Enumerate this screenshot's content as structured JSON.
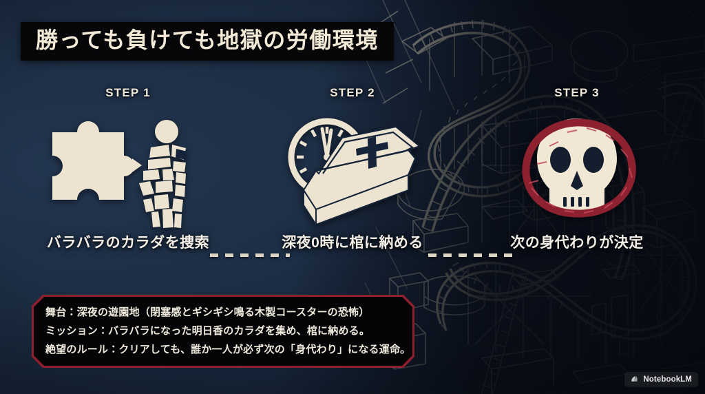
{
  "meta": {
    "title_bar_text": "勝っても負けても地獄の労働環境",
    "background_theme": "night-amusement-park-roller-coaster-line-art",
    "colors": {
      "background_navy": "#1c2d44",
      "background_dark": "#0a1018",
      "cream": "#ece4d0",
      "accent_red": "#8e1f2e",
      "title_bar_bg": "#07070a",
      "caption_text": "#f3efe6"
    }
  },
  "steps": [
    {
      "label": "STEP 1",
      "caption": "バラバラのカラダを捜索",
      "icons": [
        "puzzle-piece-icon",
        "arrow-right-icon",
        "shattered-body-icon"
      ]
    },
    {
      "label": "STEP 2",
      "caption": "深夜0時に棺に納める",
      "icons": [
        "clock-midnight-icon",
        "coffin-icon"
      ],
      "clock_time": "0:00"
    },
    {
      "label": "STEP 3",
      "caption": "次の身代わりが決定",
      "icons": [
        "skull-icon",
        "chain-icon"
      ]
    }
  ],
  "connectors": [
    {
      "name": "dashed-connector-1-2"
    },
    {
      "name": "dashed-connector-2-3"
    }
  ],
  "info_panel": {
    "lines": [
      "舞台：深夜の遊園地（閉塞感とギシギシ鳴る木製コースターの恐怖）",
      "ミッション：バラバラになった明日香のカラダを集め、棺に納める。",
      "絶望のルール：クリアしても、誰か一人が必ず次の「身代わり」になる運命。"
    ]
  },
  "watermark": {
    "label": "NotebookLM",
    "icon": "notebooklm-logo-icon"
  }
}
